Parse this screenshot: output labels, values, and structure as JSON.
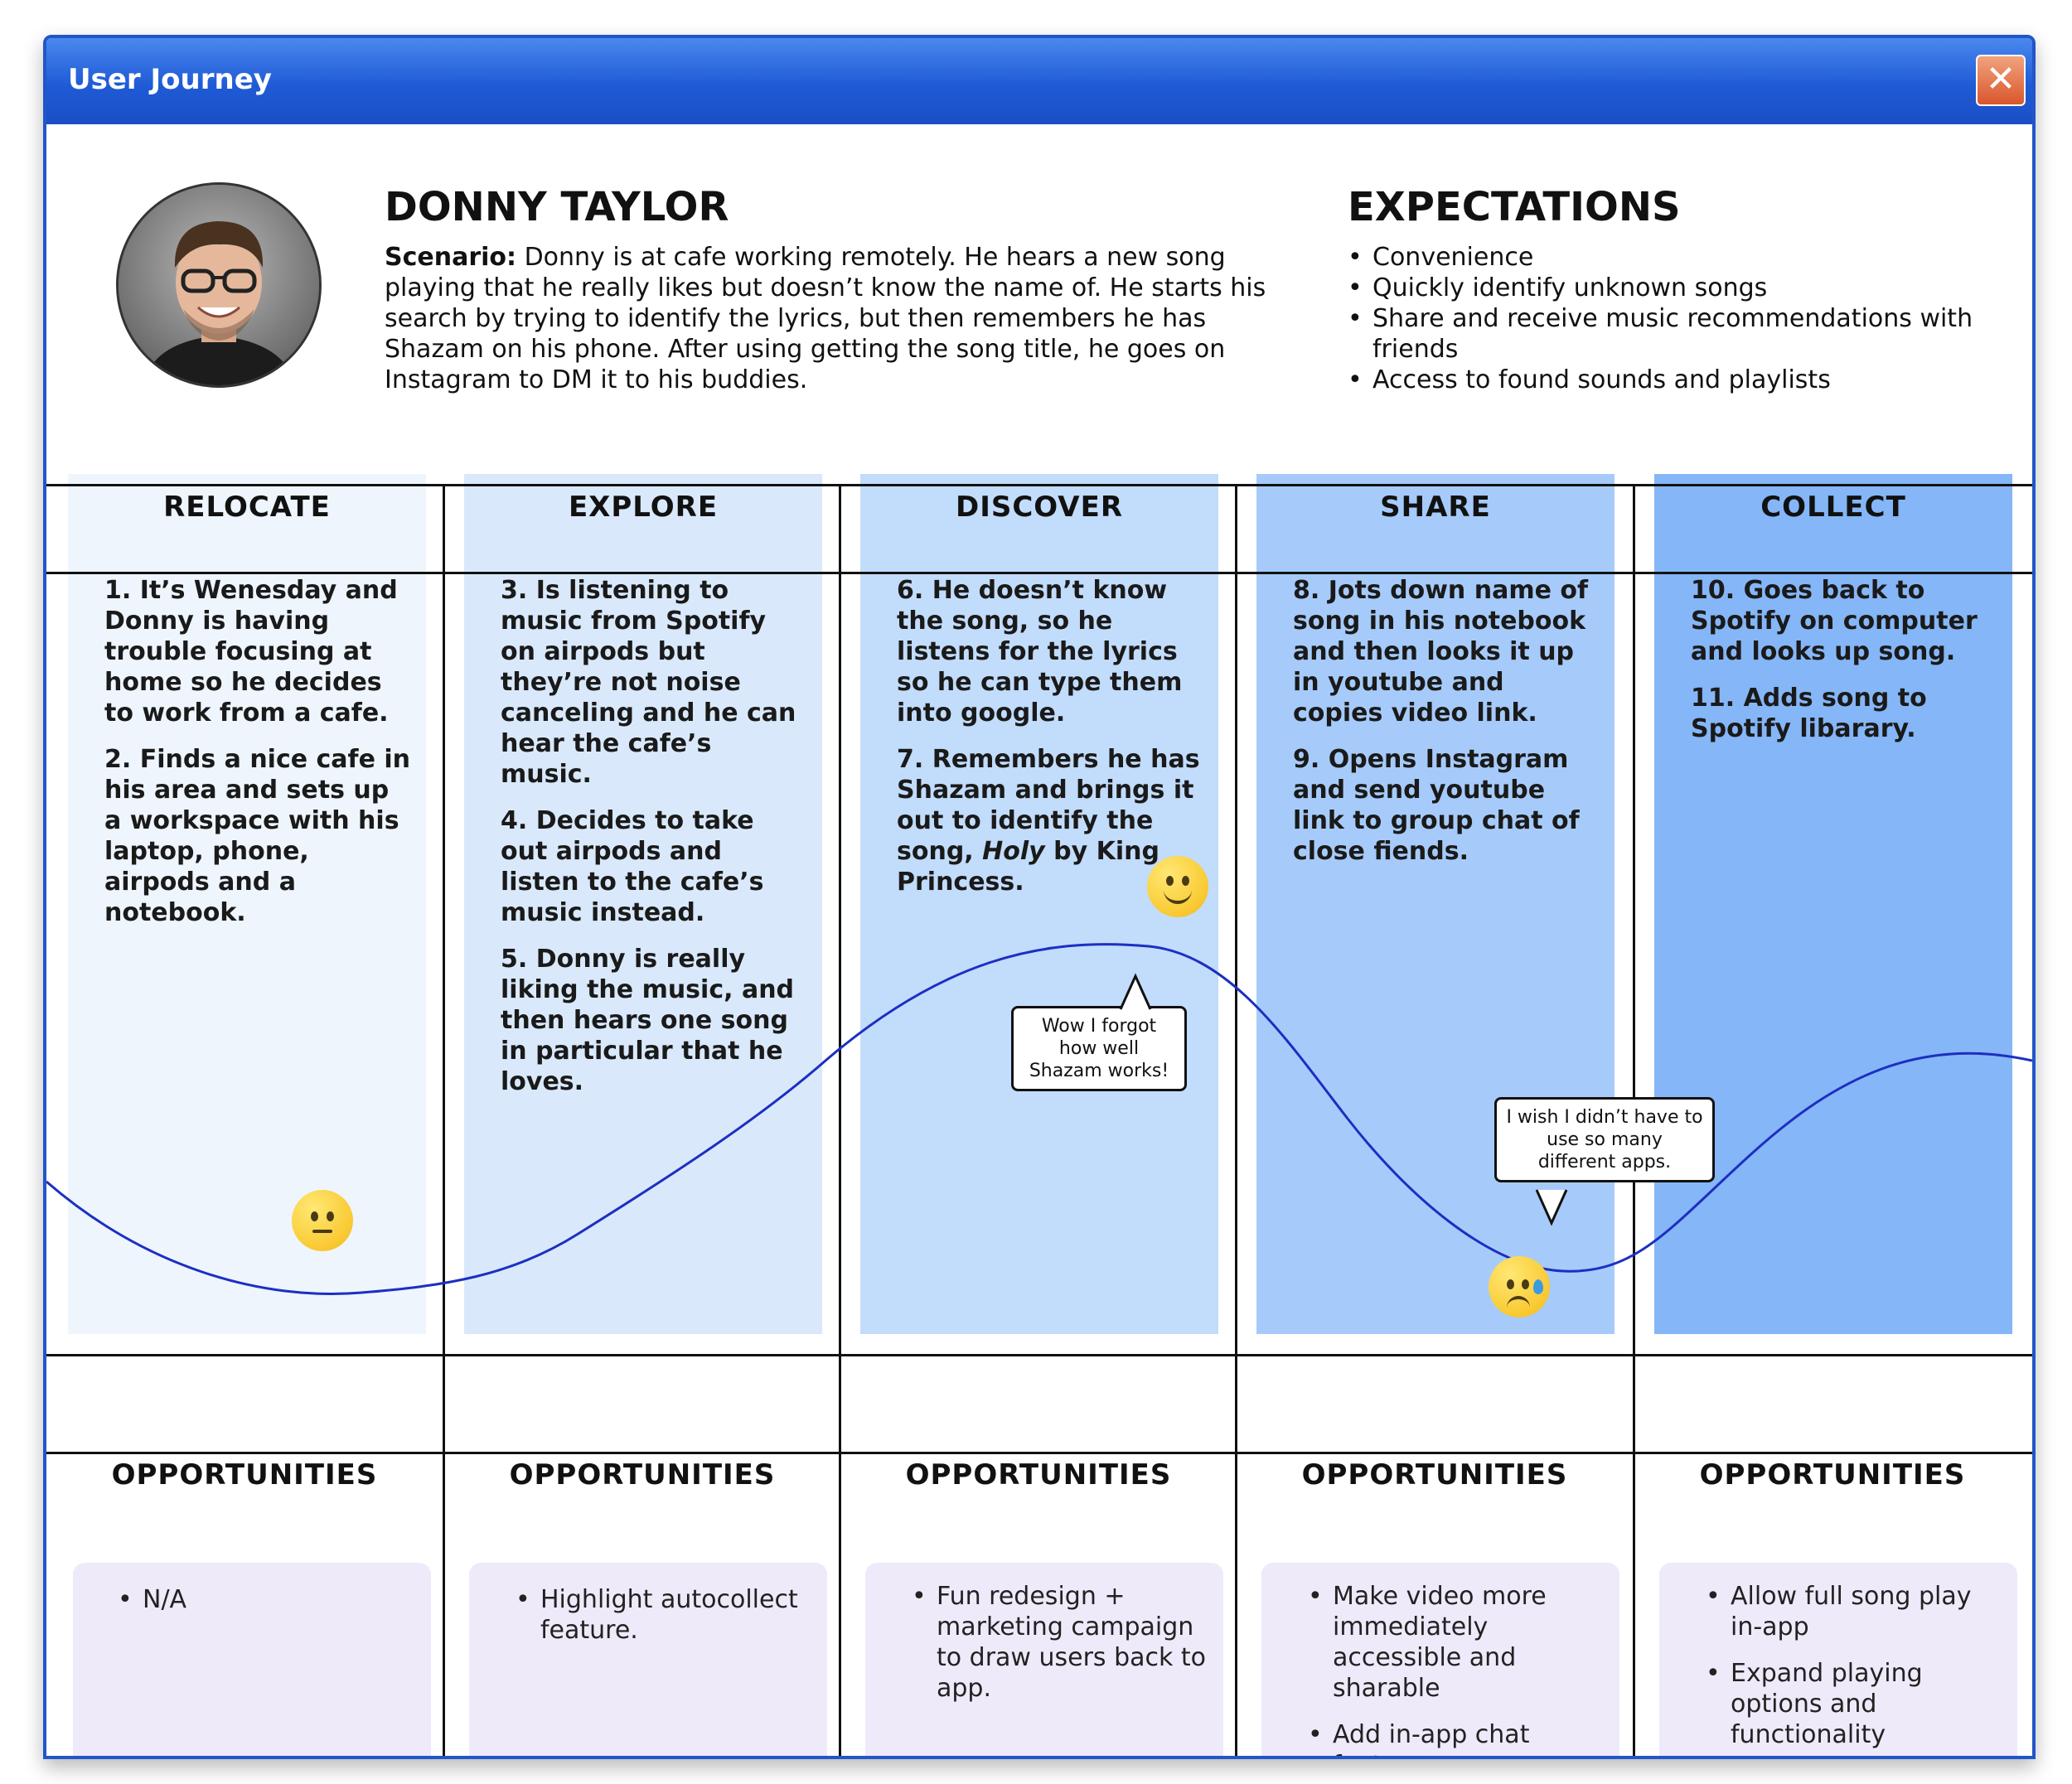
{
  "window": {
    "title": "User Journey",
    "close_glyph": "✕"
  },
  "persona": {
    "name": "DONNY TAYLOR",
    "scenario_label": "Scenario:",
    "scenario_text": "Donny is at cafe working remotely. He hears a new song playing that he really likes but doesn’t know the name of. He starts his search by trying to identify the lyrics, but then remembers he has Shazam on his phone. After using getting the song title, he goes on Instagram to DM it to his buddies."
  },
  "expectations": {
    "title": "EXPECTATIONS",
    "items": [
      "Convenience",
      "Quickly identify unknown songs",
      "Share and receive music recommendations with friends",
      "Access to found sounds and playlists"
    ]
  },
  "stages": [
    {
      "title": "RELOCATE",
      "color": "#eef5fd",
      "items": [
        "1. It’s Wenesday and Donny is having trouble focusing at home so he decides to work from a cafe.",
        "2. Finds a nice cafe in his area and sets up a workspace with his laptop, phone, airpods and a notebook."
      ]
    },
    {
      "title": "EXPLORE",
      "color": "#d9e9fb",
      "items": [
        "3. Is listening to music from Spotify on airpods but they’re not noise canceling and he can hear the cafe’s music.",
        "4. Decides to take out airpods and listen to the cafe’s music instead.",
        "5. Donny is really liking the music, and then hears one song in particular that he loves."
      ]
    },
    {
      "title": "DISCOVER",
      "color": "#c2dcfb",
      "items": [
        "6. He doesn’t know the song, so he listens for the lyrics so he can type them into google.",
        "7. Remembers he has Shazam and brings it out to identify the song, Holy by King Princess."
      ]
    },
    {
      "title": "SHARE",
      "color": "#a6cbfa",
      "items": [
        "8. Jots down name of song in his notebook and then looks it up in youtube and copies video link.",
        "9. Opens Instagram and send youtube link to group chat of close fiends."
      ]
    },
    {
      "title": "COLLECT",
      "color": "#85b6f7",
      "items": [
        "10. Goes back to Spotify on computer and looks up song.",
        "11. Adds song to Spotify libarary."
      ]
    }
  ],
  "opportunities": [
    {
      "title": "OPPORTUNITIES",
      "items": [
        "N/A"
      ]
    },
    {
      "title": "OPPORTUNITIES",
      "items": [
        "Highlight autocollect feature."
      ]
    },
    {
      "title": "OPPORTUNITIES",
      "items": [
        "Fun redesign + marketing campaign to draw users back to app."
      ]
    },
    {
      "title": "OPPORTUNITIES",
      "items": [
        "Make video more immediately accessible and sharable",
        "Add in-app chat feature"
      ]
    },
    {
      "title": "OPPORTUNITIES",
      "items": [
        "Allow full song play in-app",
        "Expand playing options and functionality"
      ]
    }
  ],
  "bubbles": {
    "discover": "Wow I forgot how well Shazam works!",
    "share": "I wish I didn’t have to use so many different apps."
  },
  "emotions": [
    "neutral-face-icon",
    "smiling-face-icon",
    "sad-sweat-face-icon"
  ],
  "colors": {
    "titlebar": "#1f5bd6",
    "curve": "#1c2fc2",
    "opportunity_bg": "#efeafa",
    "close": "#e0643a"
  }
}
